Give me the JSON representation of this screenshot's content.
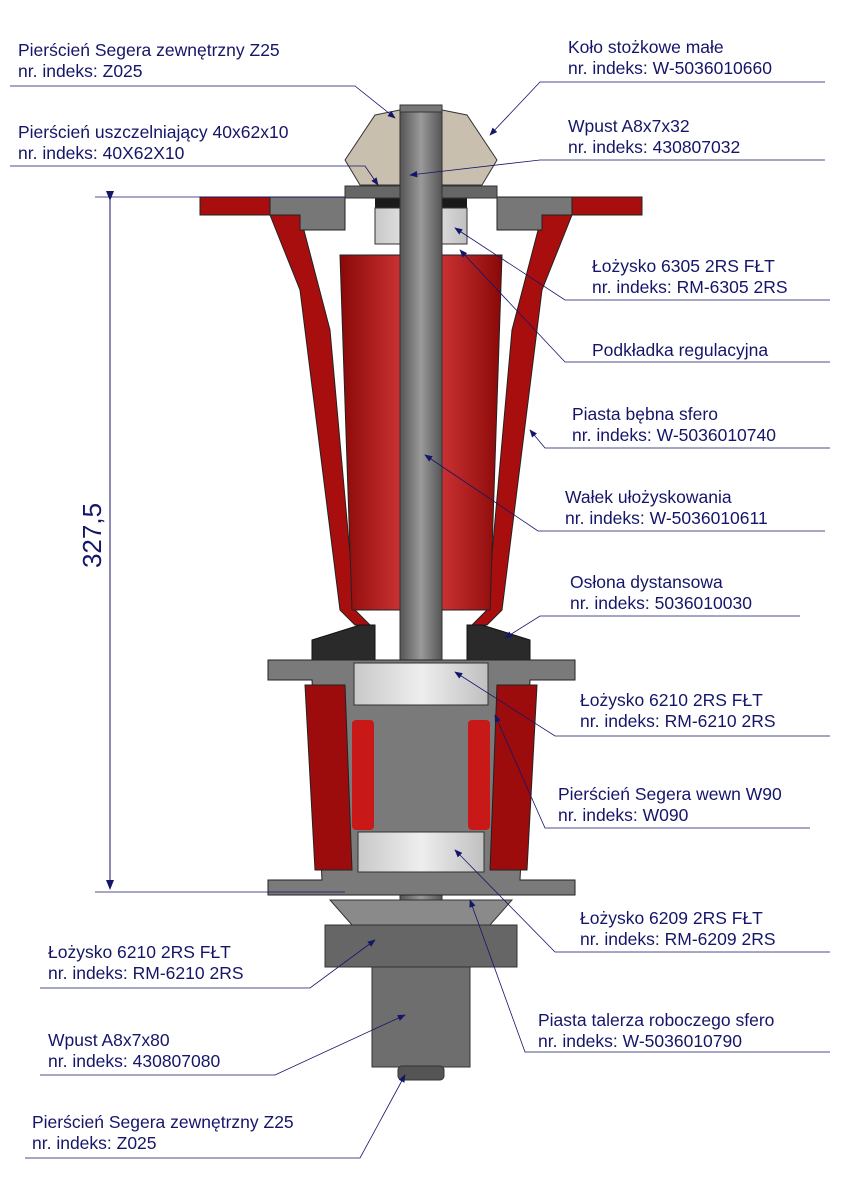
{
  "labels": [
    {
      "name": "Pierścień Segera zewnętrzny Z25",
      "index": "nr. indeks: Z025"
    },
    {
      "name": "Koło stożkowe małe",
      "index": "nr. indeks: W-5036010660"
    },
    {
      "name": "Pierścień uszczelniający 40x62x10",
      "index": "nr. indeks: 40X62X10"
    },
    {
      "name": "Wpust A8x7x32",
      "index": "nr. indeks: 430807032"
    },
    {
      "name": "Łożysko 6305 2RS FŁT",
      "index": "nr. indeks: RM-6305 2RS"
    },
    {
      "name": "Podkładka regulacyjna",
      "index": ""
    },
    {
      "name": "Piasta bębna sfero",
      "index": "nr. indeks: W-5036010740"
    },
    {
      "name": "Wałek ułożyskowania",
      "index": "nr. indeks: W-5036010611"
    },
    {
      "name": "Osłona dystansowa",
      "index": "nr. indeks: 5036010030"
    },
    {
      "name": "Łożysko 6210 2RS FŁT",
      "index": "nr. indeks: RM-6210 2RS"
    },
    {
      "name": "Pierścień Segera wewn W90",
      "index": "nr. indeks: W090"
    },
    {
      "name": "Łożysko 6209 2RS FŁT",
      "index": "nr. indeks: RM-6209 2RS"
    },
    {
      "name": "Łożysko 6210 2RS FŁT",
      "index": "nr. indeks: RM-6210 2RS"
    },
    {
      "name": "Piasta talerza roboczego sfero",
      "index": "nr. indeks: W-5036010790"
    },
    {
      "name": "Wpust A8x7x80",
      "index": "nr. indeks: 430807080"
    },
    {
      "name": "Pierścień Segera zewnętrzny Z25",
      "index": "nr. indeks: Z025"
    }
  ],
  "dimension": {
    "value": "327,5"
  },
  "colors": {
    "text": "#15156a",
    "red": "#b01010",
    "steel": "#8a8a8a",
    "dark": "#333333"
  }
}
